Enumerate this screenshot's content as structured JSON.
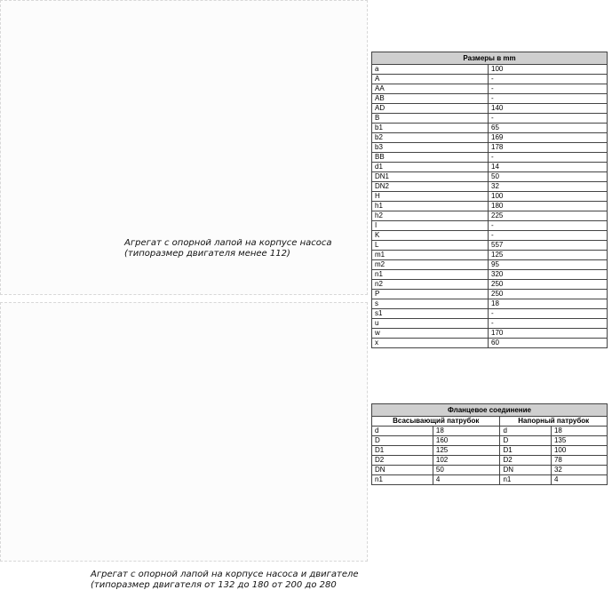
{
  "captions": {
    "top": [
      "Агрегат с опорной лапой на корпусе насоса",
      "(типоразмер двигателя менее 112)"
    ],
    "bottom": [
      "Агрегат с опорной лапой на корпусе насоса и двигателе",
      "(типоразмер двигателя от 132 до 180 от 200 до 280"
    ]
  },
  "dimensions_table": {
    "title": "Размеры в mm",
    "rows": [
      [
        "a",
        "100"
      ],
      [
        "A",
        "-"
      ],
      [
        "AA",
        "-"
      ],
      [
        "AB",
        "-"
      ],
      [
        "AD",
        "140"
      ],
      [
        "B",
        "-"
      ],
      [
        "b1",
        "65"
      ],
      [
        "b2",
        "169"
      ],
      [
        "b3",
        "178"
      ],
      [
        "BB",
        "-"
      ],
      [
        "d1",
        "14"
      ],
      [
        "DN1",
        "50"
      ],
      [
        "DN2",
        "32"
      ],
      [
        "H",
        "100"
      ],
      [
        "h1",
        "180"
      ],
      [
        "h2",
        "225"
      ],
      [
        "I",
        "-"
      ],
      [
        "K",
        "-"
      ],
      [
        "L",
        "557"
      ],
      [
        "m1",
        "125"
      ],
      [
        "m2",
        "95"
      ],
      [
        "n1",
        "320"
      ],
      [
        "n2",
        "250"
      ],
      [
        "P",
        "250"
      ],
      [
        "s",
        "18"
      ],
      [
        "s1",
        "-"
      ],
      [
        "u",
        "-"
      ],
      [
        "w",
        "170"
      ],
      [
        "x",
        "60"
      ]
    ]
  },
  "flange_table": {
    "title": "Фланцевое соединение",
    "suction_header": "Всасывающий патрубок",
    "discharge_header": "Напорный патрубок",
    "rows": [
      [
        "d",
        "18",
        "d",
        "18"
      ],
      [
        "D",
        "160",
        "D",
        "135"
      ],
      [
        "D1",
        "125",
        "D1",
        "100"
      ],
      [
        "D2",
        "102",
        "D2",
        "78"
      ],
      [
        "DN",
        "50",
        "DN",
        "32"
      ],
      [
        "n1",
        "4",
        "n1",
        "4"
      ]
    ]
  }
}
